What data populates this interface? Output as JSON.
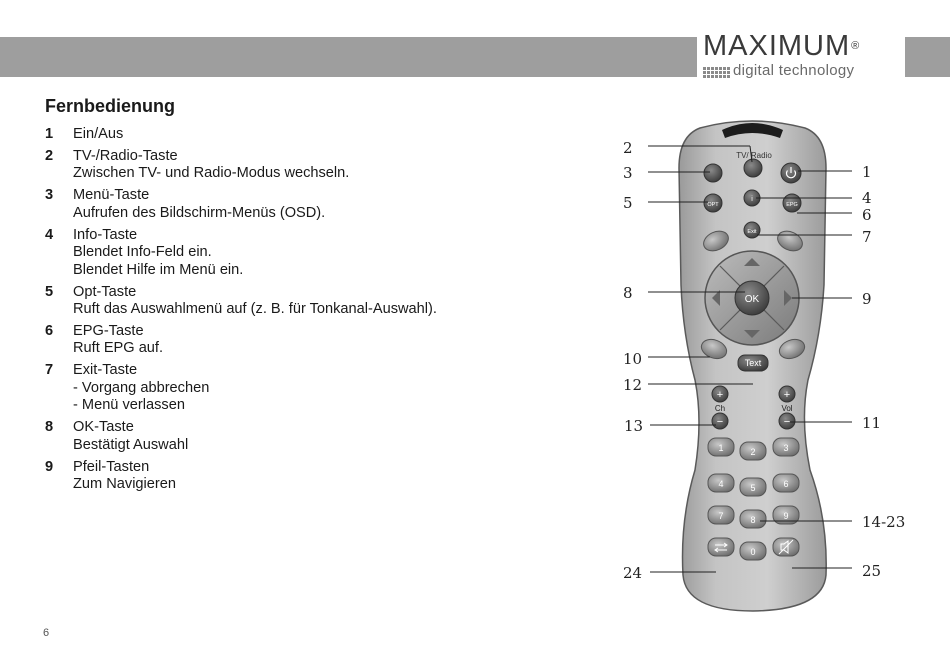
{
  "brand": {
    "name": "MAXIMUM",
    "registered": "®",
    "tagline": "digital technology"
  },
  "section_title": "Fernbedienung",
  "items": [
    {
      "num": "1",
      "title": "Ein/Aus",
      "details": []
    },
    {
      "num": "2",
      "title": "TV-/Radio-Taste",
      "details": [
        "Zwischen TV- und Radio-Modus wechseln."
      ]
    },
    {
      "num": "3",
      "title": "Menü-Taste",
      "details": [
        "Aufrufen des Bildschirm-Menüs (OSD)."
      ]
    },
    {
      "num": "4",
      "title": "Info-Taste",
      "details": [
        "Blendet Info-Feld ein.",
        "Blendet Hilfe im Menü ein."
      ]
    },
    {
      "num": "5",
      "title": "Opt-Taste",
      "details": [
        "Ruft das Auswahlmenü auf (z. B. für Tonkanal-Auswahl)."
      ]
    },
    {
      "num": "6",
      "title": "EPG-Taste",
      "details": [
        "Ruft EPG auf."
      ]
    },
    {
      "num": "7",
      "title": "Exit-Taste",
      "details": [
        "- Vorgang abbrechen",
        "- Menü verlassen"
      ]
    },
    {
      "num": "8",
      "title": "OK-Taste",
      "details": [
        "Bestätigt Auswahl"
      ]
    },
    {
      "num": "9",
      "title": "Pfeil-Tasten",
      "details": [
        "Zum Navigieren"
      ]
    }
  ],
  "remote": {
    "tv_radio_label": "TV/ Radio",
    "opt_label": "OPT",
    "info_label": "i",
    "epg_label": "EPG",
    "exit_label": "Exit",
    "ok_label": "OK",
    "text_label": "Text",
    "ch_label": "Ch",
    "vol_label": "Vol",
    "plus": "+",
    "minus": "−",
    "digits": [
      "1",
      "2",
      "3",
      "4",
      "5",
      "6",
      "7",
      "8",
      "9",
      "0"
    ]
  },
  "callouts": {
    "c1": "1",
    "c2": "2",
    "c3": "3",
    "c4": "4",
    "c5": "5",
    "c6": "6",
    "c7": "7",
    "c8": "8",
    "c9": "9",
    "c10": "10",
    "c11": "11",
    "c12": "12",
    "c13": "13",
    "c14_23": "14-23",
    "c24": "24",
    "c25": "25"
  },
  "page_number": "6"
}
